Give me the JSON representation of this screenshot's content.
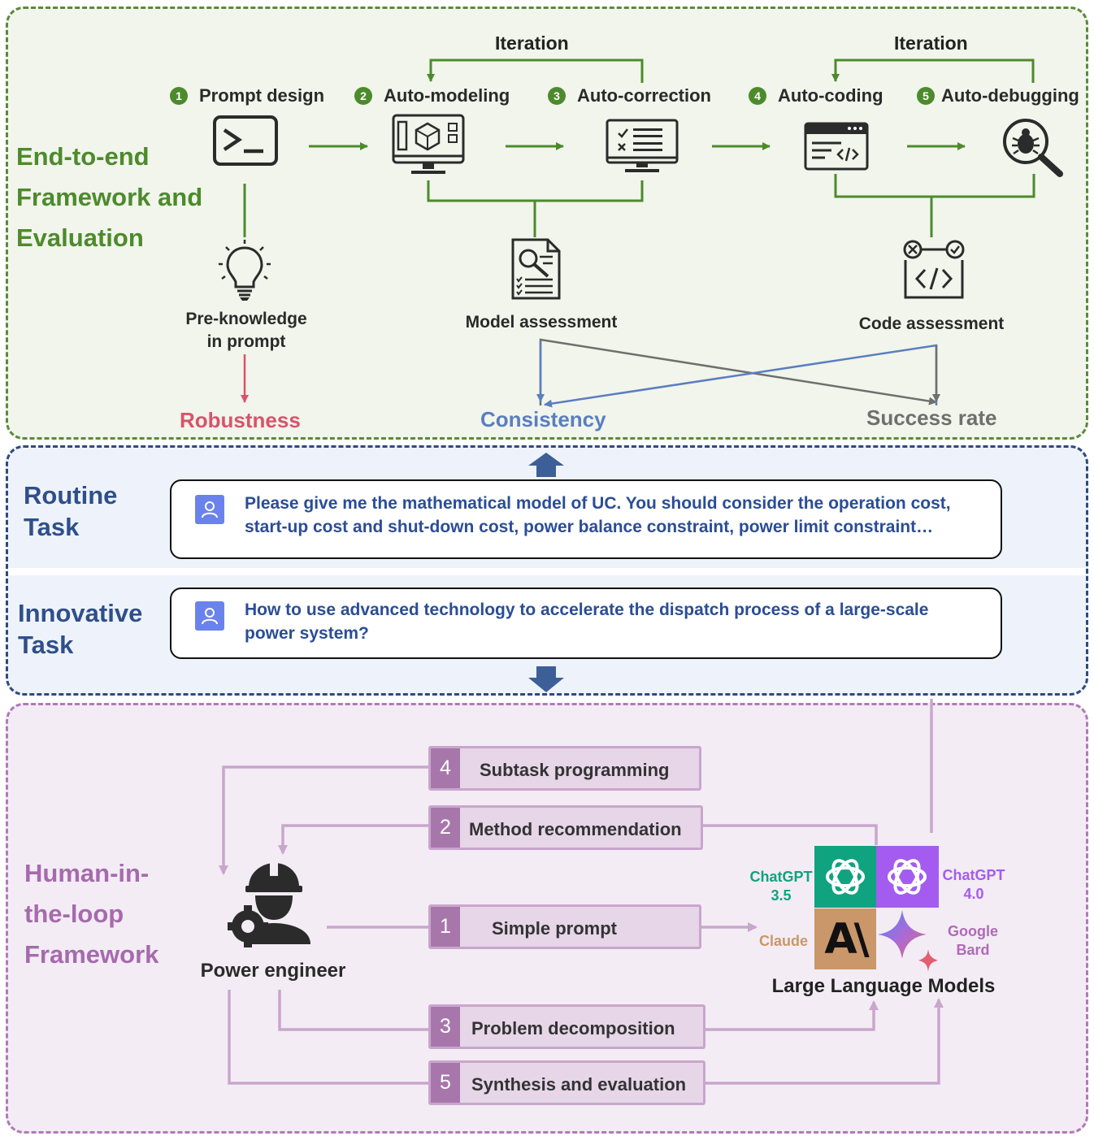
{
  "framework": {
    "title_lines": [
      "End-to-end",
      "Framework and",
      "Evaluation"
    ],
    "iteration_label": "Iteration",
    "steps": [
      {
        "num": "1",
        "label": "Prompt design"
      },
      {
        "num": "2",
        "label": "Auto-modeling"
      },
      {
        "num": "3",
        "label": "Auto-correction"
      },
      {
        "num": "4",
        "label": "Auto-coding"
      },
      {
        "num": "5",
        "label": "Auto-debugging"
      }
    ],
    "pre_knowledge": [
      "Pre-knowledge",
      "in prompt"
    ],
    "model_assessment": "Model assessment",
    "code_assessment": "Code assessment",
    "metrics": {
      "robustness": "Robustness",
      "consistency": "Consistency",
      "success_rate": "Success rate"
    },
    "colors": {
      "green": "#4d8a2c",
      "red": "#d9536b",
      "blue": "#5b7ec0",
      "gray": "#6f6f6f"
    }
  },
  "tasks": {
    "routine": {
      "title_lines": [
        "Routine",
        "Task"
      ],
      "text_lines": [
        "Please give me the mathematical model of UC. You should consider the operation cost,",
        "start-up cost and shut-down cost, power balance constraint, power limit constraint…"
      ]
    },
    "innovative": {
      "title_lines": [
        "Innovative",
        "Task"
      ],
      "text_lines": [
        "How to use advanced technology to accelerate the dispatch process of a large-scale",
        "power system?"
      ]
    }
  },
  "hitl": {
    "title_lines": [
      "Human-in-",
      "the-loop",
      "Framework"
    ],
    "engineer_label": "Power engineer",
    "llm_label": "Large Language Models",
    "steps": {
      "subtask": {
        "num": "4",
        "label": "Subtask programming"
      },
      "method": {
        "num": "2",
        "label": "Method recommendation"
      },
      "simple": {
        "num": "1",
        "label": "Simple prompt"
      },
      "decomp": {
        "num": "3",
        "label": "Problem decomposition"
      },
      "synth": {
        "num": "5",
        "label": "Synthesis and evaluation"
      }
    },
    "models": {
      "gpt35": [
        "ChatGPT",
        "3.5"
      ],
      "gpt4": [
        "ChatGPT",
        "4.0"
      ],
      "claude": "Claude",
      "bard": [
        "Google",
        "Bard"
      ],
      "claude_logo": "A\\"
    },
    "colors": {
      "line": "#c9a6cd",
      "gpt35": "#10a37f",
      "gpt4": "#a45cf0",
      "claude": "#c9976a",
      "bard": "#b06ab8"
    }
  }
}
